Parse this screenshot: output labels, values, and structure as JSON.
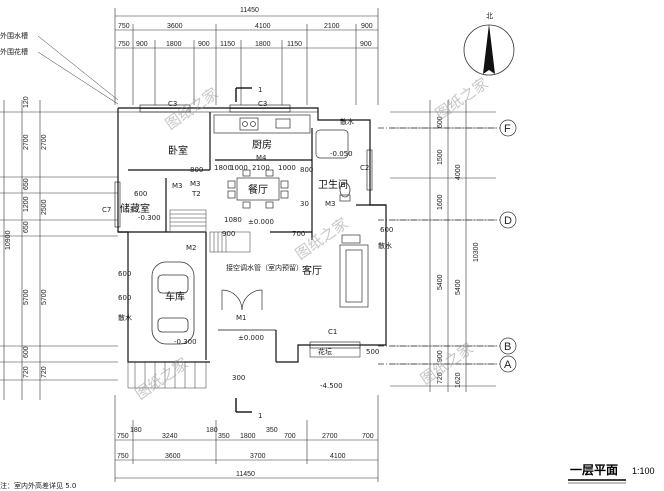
{
  "plan": {
    "title": "一层平面",
    "scale": "1:100",
    "north_label": "北",
    "top_dims": {
      "overall": "11450",
      "row2": [
        "750",
        "3600",
        "4100",
        "2100",
        "900"
      ],
      "row3": [
        "750",
        "900",
        "1800",
        "900",
        "1150",
        "1800",
        "1150",
        "900"
      ]
    },
    "bottom_dims": {
      "row1": [
        "750",
        "180",
        "3240",
        "180",
        "350",
        "1800",
        "350",
        "700",
        "2700",
        "700"
      ],
      "row2": [
        "750",
        "3600",
        "3700",
        "4100"
      ],
      "overall": "11450"
    },
    "left_dims": {
      "col1": [
        "120",
        "2700",
        "650",
        "1200",
        "650",
        "5700",
        "600",
        "720"
      ],
      "col2": [
        "2700",
        "2500",
        "5700",
        "720"
      ],
      "overall": "10900"
    },
    "right_dims": {
      "col1": [
        "600",
        "1500",
        "1600",
        "5400",
        "900",
        "720"
      ],
      "col2": [
        "4000",
        "5400",
        "1620"
      ],
      "overall": "10300"
    },
    "axes": [
      "F",
      "D",
      "B",
      "A"
    ],
    "rooms": {
      "bedroom": "卧室",
      "kitchen": "厨房",
      "dining": "餐厅",
      "bathroom": "卫生间",
      "storage": "储藏室",
      "garage": "车库",
      "living": "客厅"
    },
    "labels": {
      "c3a": "C3",
      "c3b": "C3",
      "c7": "C7",
      "c2": "C2",
      "c1": "C1",
      "m4": "M4",
      "m3a": "M3",
      "m3b": "M3",
      "m3c": "M3",
      "t2": "T2",
      "m2": "M2",
      "m1": "M1",
      "drain1": "散水",
      "drain2": "散水",
      "drain3": "散水",
      "flowerbed": "花坛",
      "water_heater": "接空调水管（室内预留）",
      "elev_bath": "-0.050",
      "elev_storage": "-0.300",
      "elev_dining": "±0.000",
      "elev_entry": "±0.000",
      "elev_garage": "-0.300",
      "elev_outside": "-4.500",
      "section1": "1",
      "section2": "1",
      "d1800": "1800",
      "d1000a": "1000",
      "d2100": "2100",
      "d1000b": "1000",
      "d800a": "800",
      "d800b": "800",
      "d700": "700",
      "d900": "900",
      "d1080": "1080",
      "d30": "30",
      "d300": "300",
      "d600a": "600",
      "d600b": "600",
      "d600c": "600",
      "d600d": "600",
      "d500": "500"
    },
    "note_top_left_1": "外围水槽",
    "note_top_left_2": "外围花槽",
    "note_bottom_left": "注：室内外高差详见 5.0",
    "watermark": "图纸之家"
  }
}
